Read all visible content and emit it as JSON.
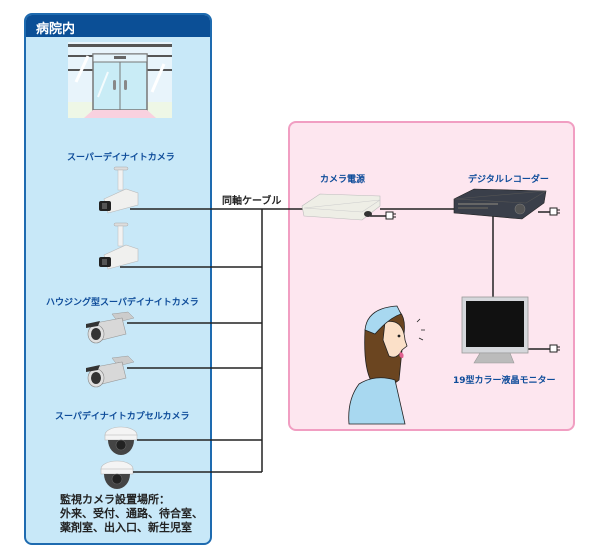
{
  "hospital": {
    "title": "病院内",
    "groups": [
      {
        "label": "スーパーデイナイトカメラ",
        "device": "box-camera",
        "count": 2
      },
      {
        "label": "ハウジング型スーパデイナイトカメラ",
        "device": "bullet-camera",
        "count": 2
      },
      {
        "label": "スーパデイナイトカプセルカメラ",
        "device": "dome-camera",
        "count": 2
      }
    ],
    "locations": {
      "heading": "監視カメラ設置場所：",
      "line1": "外来、受付、通路、待合室、",
      "line2": "薬剤室、出入口、新生児室"
    }
  },
  "cable_label": "同軸ケーブル",
  "control_room": {
    "power_supply": "カメラ電源",
    "recorder": "デジタルレコーダー",
    "monitor": "19型カラー液晶モニター"
  },
  "colors": {
    "hospital_bg": "#c8e8f8",
    "hospital_border": "#1e6bb0",
    "header_bg": "#0b4f96",
    "control_bg": "#fde6ef",
    "control_border": "#f19ec2",
    "label_blue": "#0e4c9a"
  }
}
